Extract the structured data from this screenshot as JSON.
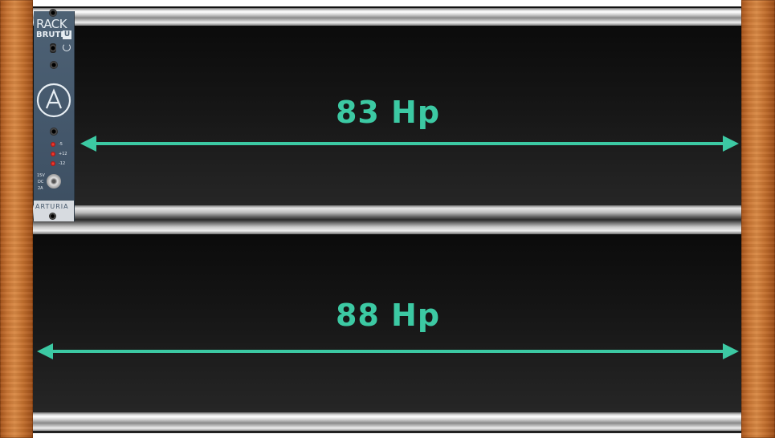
{
  "rows": [
    {
      "label": "83 Hp"
    },
    {
      "label": "88 Hp"
    }
  ],
  "module": {
    "name_line1": "RACK",
    "name_line2": "BRUTE",
    "size_badge": "U",
    "brand": "ARTURIA",
    "power_input": [
      "15V",
      "DC",
      "2A"
    ],
    "rail_labels": [
      "-5",
      "+12",
      "-12"
    ]
  },
  "colors": {
    "accent": "#3cc9a3",
    "wood": "#c97533",
    "panel": "#4e6275"
  }
}
